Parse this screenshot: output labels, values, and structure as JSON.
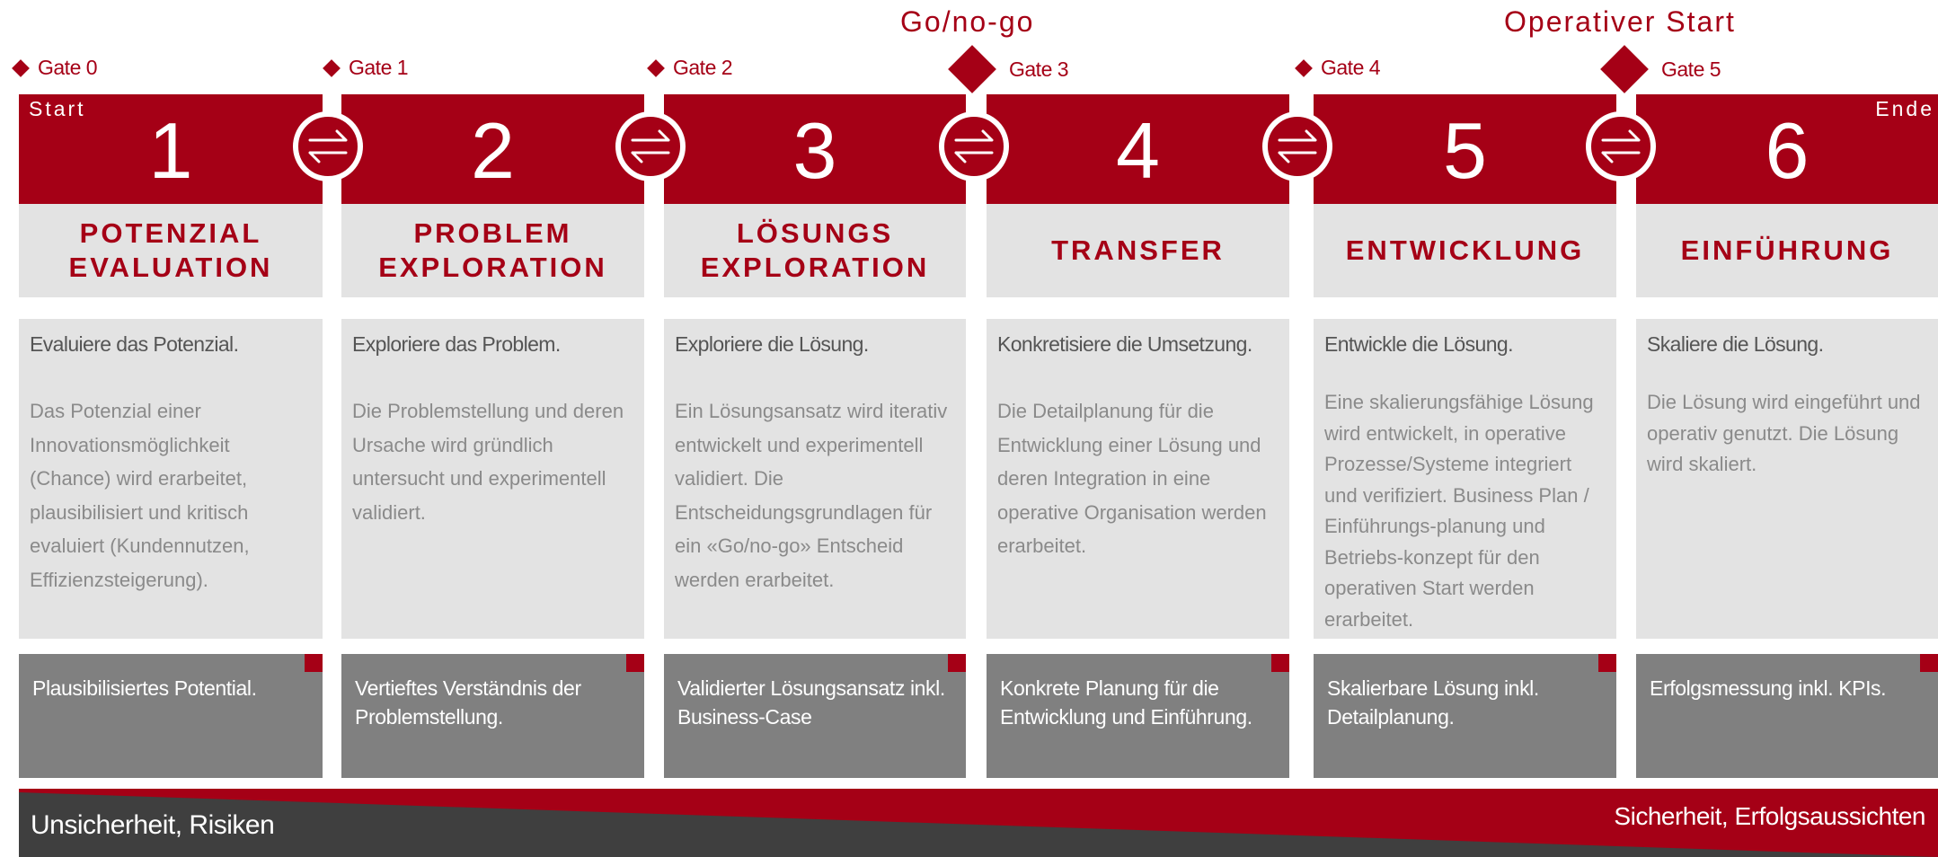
{
  "milestones": {
    "go_no_go": "Go/no-go",
    "operative_start": "Operativer Start"
  },
  "gates": [
    "Gate 0",
    "Gate 1",
    "Gate 2",
    "Gate 3",
    "Gate 4",
    "Gate 5"
  ],
  "labels": {
    "start": "Start",
    "end": "Ende"
  },
  "phases": [
    {
      "number": "1",
      "title_line1": "POTENZIAL",
      "title_line2": "EVALUATION",
      "lead": "Evaluiere das Potenzial.",
      "description": "Das Potenzial einer Innovationsmöglichkeit (Chance) wird erarbeitet, plausibilisiert und kritisch evaluiert (Kundennutzen, Effizienzsteigerung).",
      "output": "Plausibilisiertes Potential."
    },
    {
      "number": "2",
      "title_line1": "PROBLEM",
      "title_line2": "EXPLORATION",
      "lead": "Exploriere das Problem.",
      "description": "Die Problemstellung und deren Ursache wird gründlich untersucht und experimentell validiert.",
      "output": "Vertieftes Verständnis der Problemstellung."
    },
    {
      "number": "3",
      "title_line1": "LÖSUNGS",
      "title_line2": "EXPLORATION",
      "lead": "Exploriere die Lösung.",
      "description": "Ein Lösungsansatz wird iterativ entwickelt und experimentell validiert. Die Entscheidungsgrundlagen für ein «Go/no-go» Entscheid werden erarbeitet.",
      "output": "Validierter Lösungsansatz inkl. Business-Case"
    },
    {
      "number": "4",
      "title_line1": "TRANSFER",
      "title_line2": "",
      "lead": "Konkretisiere die Umsetzung.",
      "description": "Die Detailplanung für die Entwicklung einer Lösung und deren Integration in eine operative Organisation werden erarbeitet.",
      "output": "Konkrete Planung für die Entwicklung und Einführung."
    },
    {
      "number": "5",
      "title_line1": "ENTWICKLUNG",
      "title_line2": "",
      "lead": "Entwickle die Lösung.",
      "description": "Eine skalierungsfähige Lösung wird entwickelt, in operative Prozesse/Systeme integriert und verifiziert. Business Plan / Einführungs-planung und Betriebs-konzept für den operativen Start werden erarbeitet.",
      "output": "Skalierbare Lösung inkl. Detailplanung."
    },
    {
      "number": "6",
      "title_line1": "EINFÜHRUNG",
      "title_line2": "",
      "lead": "Skaliere die Lösung.",
      "description": "Die Lösung wird eingeführt und operativ genutzt. Die Lösung wird skaliert.",
      "output": "Erfolgsmessung inkl. KPIs."
    }
  ],
  "bottom_bar": {
    "left_label": "Unsicherheit, Risiken",
    "right_label": "Sicherheit, Erfolgsaussichten"
  },
  "colors": {
    "accent": "#a50016",
    "panel": "#e3e3e3",
    "output_box": "#808080",
    "dark_band": "#3f3f3f"
  },
  "icons": {
    "transition": "bidirectional-arrows-icon",
    "gate": "diamond-icon"
  }
}
